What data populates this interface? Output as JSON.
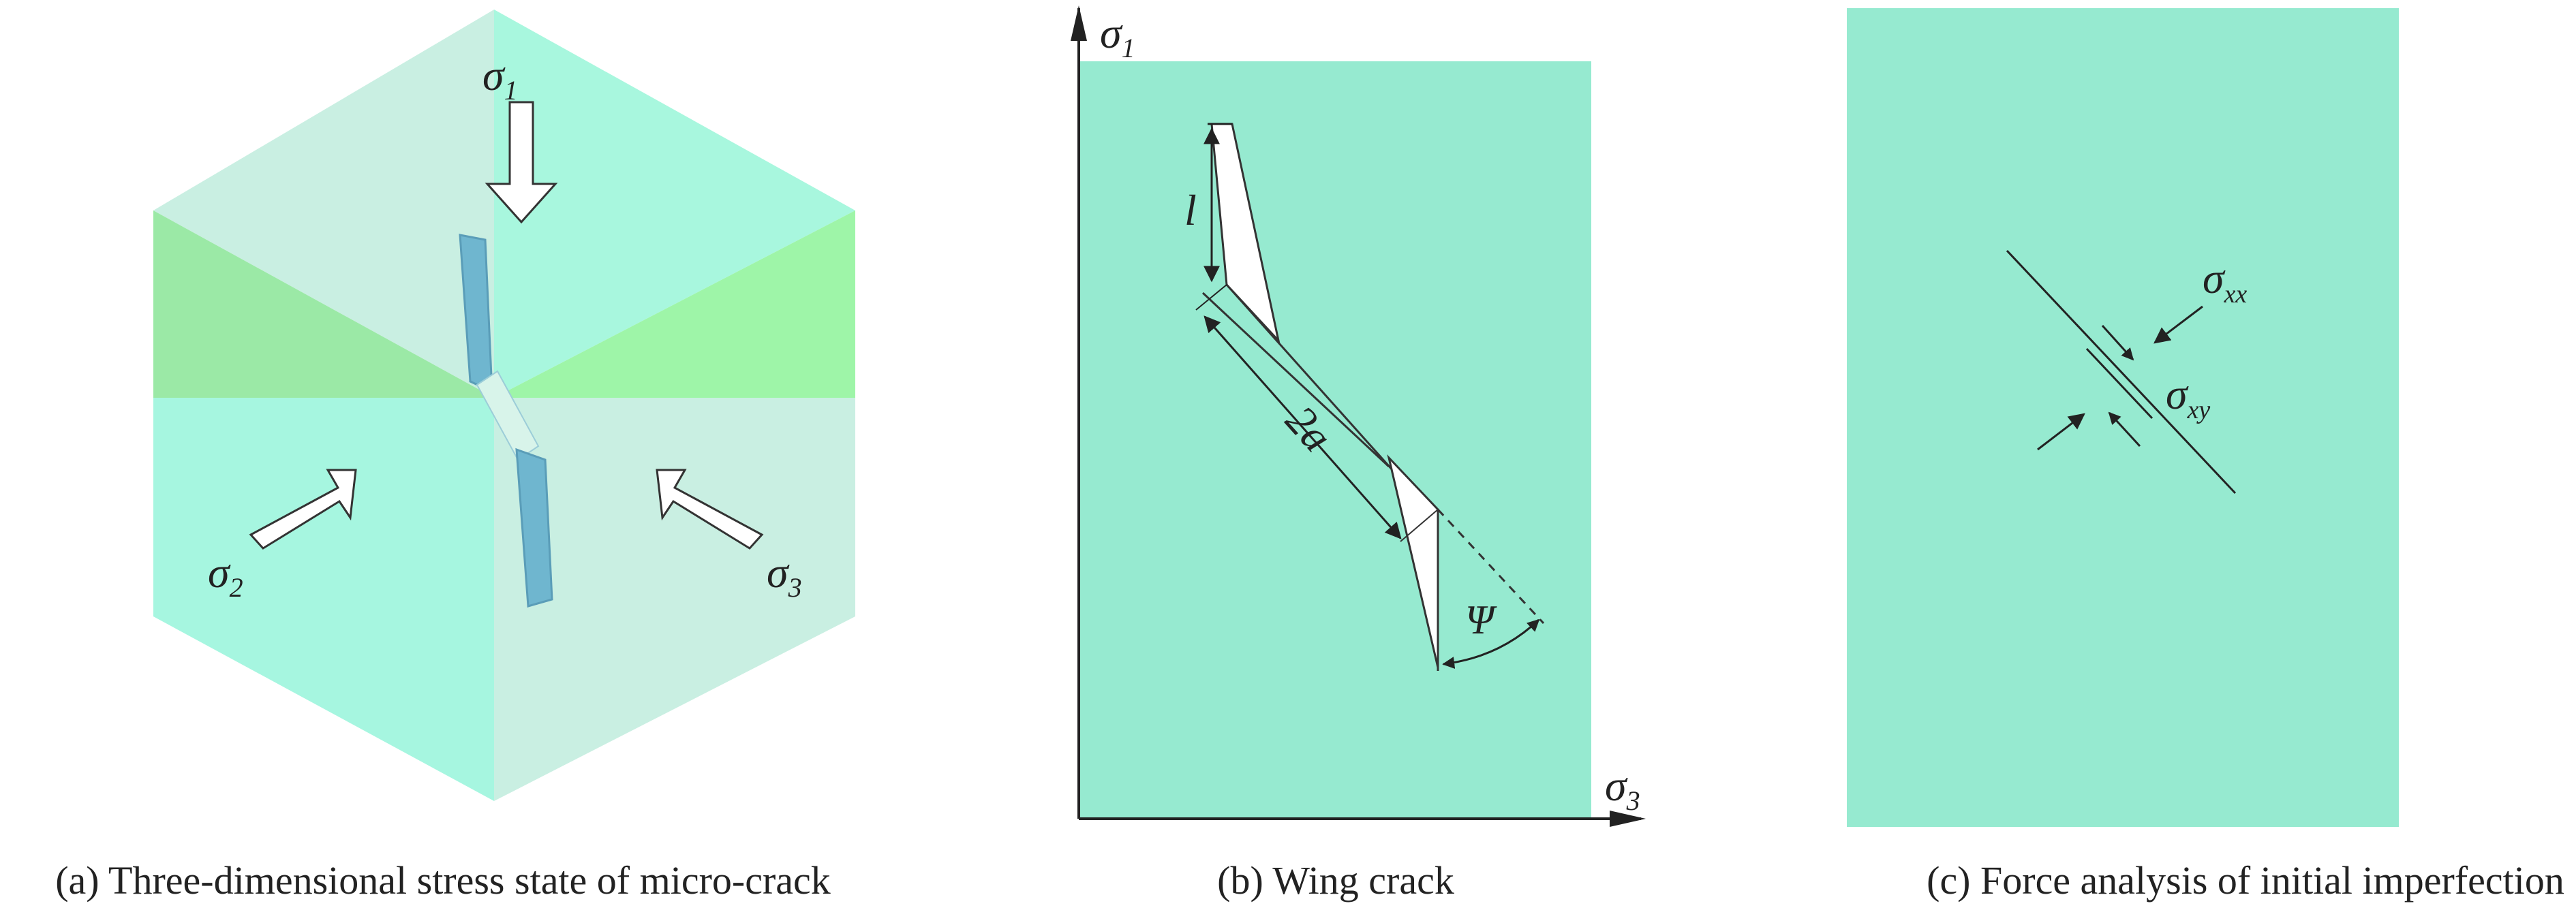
{
  "panels": {
    "a": {
      "caption": "(a) Three-dimensional stress state of micro-crack",
      "labels": {
        "s1_sym": "σ",
        "s1_sub": "1",
        "s2_sym": "σ",
        "s2_sub": "2",
        "s3_sym": "σ",
        "s3_sub": "3"
      }
    },
    "b": {
      "caption": "(b) Wing crack",
      "labels": {
        "axis_y_sym": "σ",
        "axis_y_sub": "1",
        "axis_x_sym": "σ",
        "axis_x_sub": "3",
        "length_l": "l",
        "length_2a": "2a",
        "angle_psi": "Ψ"
      }
    },
    "c": {
      "caption": "(c) Force analysis of initial imperfection",
      "labels": {
        "sxx_sym": "σ",
        "sxx_sub": "xx",
        "sxy_sym": "σ",
        "sxy_sub": "xy"
      }
    }
  },
  "colors": {
    "cube_top": "#a8f7de",
    "cube_left_top": "#c9efe2",
    "cube_left_side": "#9be9a6",
    "cube_right_side": "#9ef5a8",
    "cube_bottom_left": "#a6f6e0",
    "cube_bottom_right": "#c9efe2",
    "panel_fill": "#96ead0",
    "crack_blue": "#6fb6cf"
  }
}
